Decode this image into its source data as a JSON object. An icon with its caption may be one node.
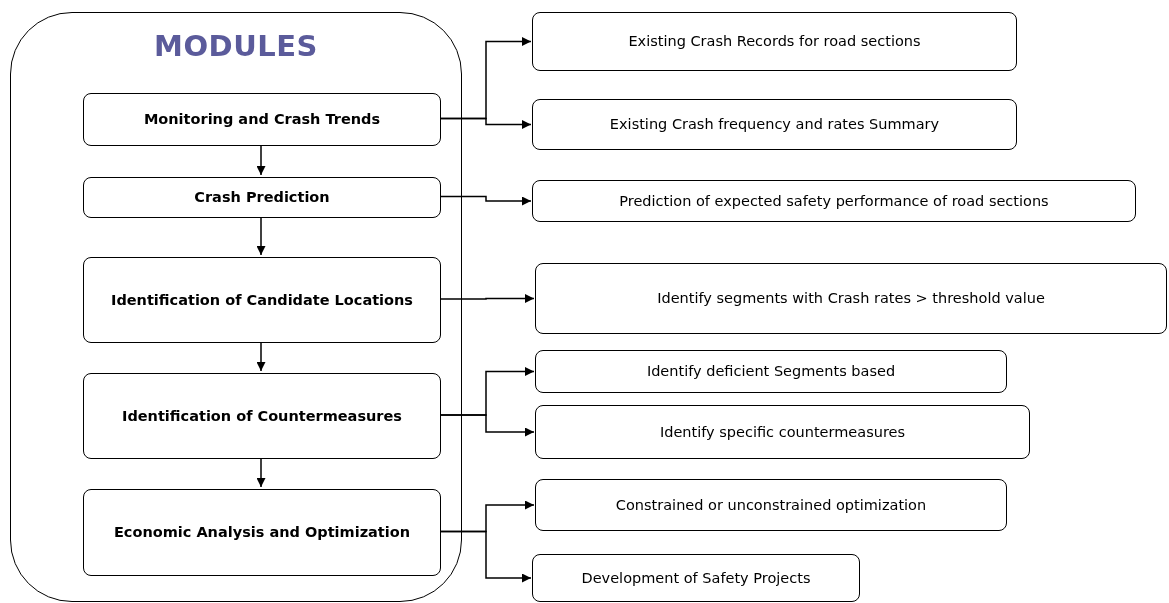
{
  "diagram": {
    "nodes": [
      {
        "text": [
          "MODULES"
        ]
      },
      {
        "text": [
          "Monitoring and Crash Trends"
        ],
        "in": 0
      },
      {
        "text": [
          "Crash Prediction"
        ],
        "in": 0
      },
      {
        "text": [
          "Identification of Candidate Locations"
        ],
        "in": 0
      },
      {
        "text": [
          "Identification of Countermeasures"
        ],
        "in": 0
      },
      {
        "text": [
          "Economic Analysis and Optimization"
        ],
        "in": 0
      },
      {
        "text": [
          "Existing Crash Records for road sections"
        ]
      },
      {
        "text": [
          "Existing Crash frequency and rates Summary"
        ]
      },
      {
        "text": [
          "Prediction of expected safety performance of road sections"
        ]
      },
      {
        "text": [
          "Identify segments with Crash rates > threshold value"
        ]
      },
      {
        "text": [
          "Identify deficient Segments based"
        ]
      },
      {
        "text": [
          "Identify specific countermeasures"
        ]
      },
      {
        "text": [
          "Constrained or unconstrained optimization"
        ]
      },
      {
        "text": [
          "Development of Safety Projects"
        ]
      }
    ],
    "edges": [
      {
        "from": 1,
        "to": 2,
        "arrow": "to"
      },
      {
        "from": 2,
        "to": 3,
        "arrow": "to"
      },
      {
        "from": 3,
        "to": 4,
        "arrow": "to"
      },
      {
        "from": 4,
        "to": 5,
        "arrow": "to"
      },
      {
        "from": 1,
        "to": 6,
        "arrow": "to"
      },
      {
        "from": 1,
        "to": 7,
        "arrow": "to"
      },
      {
        "from": 2,
        "to": 8,
        "arrow": "to"
      },
      {
        "from": 3,
        "to": 9,
        "arrow": "to"
      },
      {
        "from": 4,
        "to": 10,
        "arrow": "to"
      },
      {
        "from": 4,
        "to": 11,
        "arrow": "to"
      },
      {
        "from": 5,
        "to": 12,
        "arrow": "to"
      },
      {
        "from": 5,
        "to": 13,
        "arrow": "to"
      }
    ]
  }
}
